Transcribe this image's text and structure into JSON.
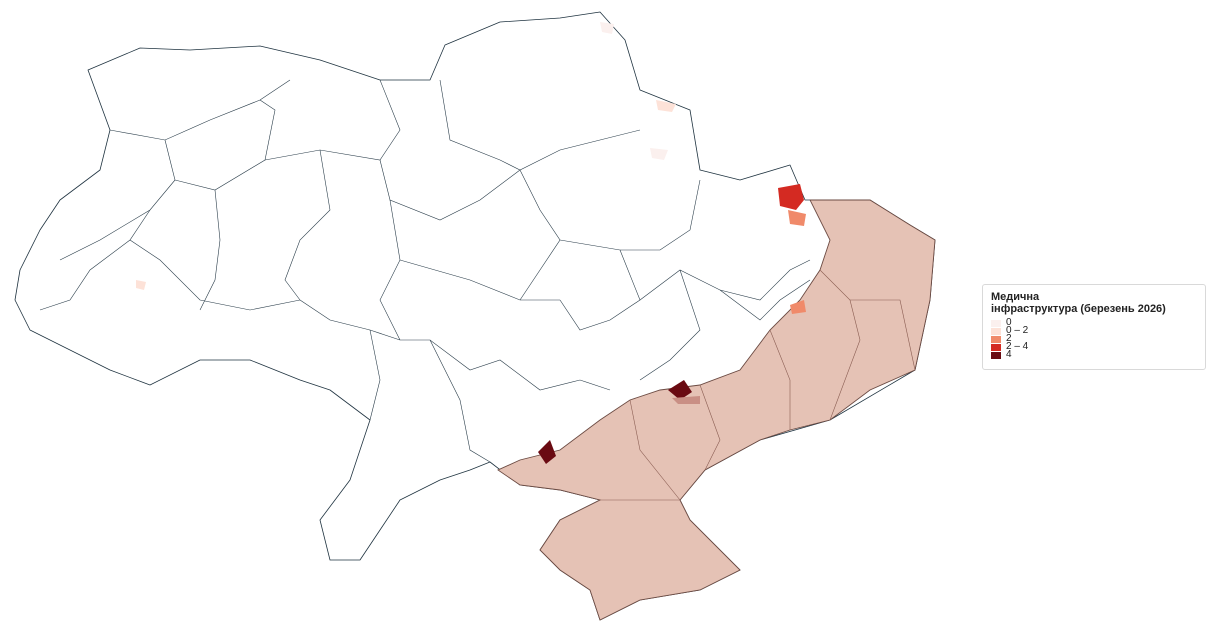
{
  "legend": {
    "title": "Медична\nінфраструктура (березень 2026)",
    "items": [
      {
        "label": "0",
        "color": "#fbf0ee"
      },
      {
        "label": "0 – 2",
        "color": "#fde2d8"
      },
      {
        "label": "2",
        "color": "#f08a6a"
      },
      {
        "label": "2 – 4",
        "color": "#d42a22"
      },
      {
        "label": "4",
        "color": "#6a0a12"
      }
    ]
  },
  "colors": {
    "occupied_fill": "#e5c2b5",
    "border": "#1f3340"
  }
}
